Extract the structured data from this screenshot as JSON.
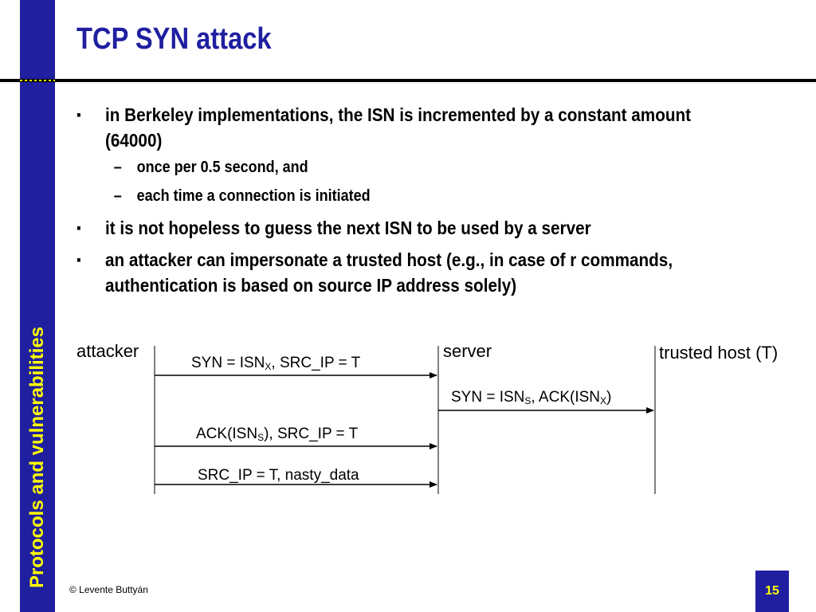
{
  "slide": {
    "title": "TCP SYN attack",
    "sidebar_label": "Protocols and vulnerabilities",
    "footer": "©   Levente Buttyán",
    "page_number": "15"
  },
  "bullets": [
    {
      "text_line1": "in Berkeley implementations, the ISN is incremented by a constant amount",
      "text_line2": "(64000)",
      "sub": [
        "once per 0.5 second, and",
        "each time a connection is initiated"
      ]
    },
    {
      "text_line1": "it is not hopeless to guess the next ISN to be used by a server"
    },
    {
      "text_line1": "an attacker can impersonate a trusted host  (e.g., in case of r commands,",
      "text_line2": "authentication is based on source IP address solely)"
    }
  ],
  "bullet_marker": "▪",
  "sub_marker": "–",
  "diagram": {
    "attacker": "attacker",
    "server": "server",
    "trusted": "trusted host (T)",
    "msg1": {
      "pre": "SYN = ISN",
      "sub": "X",
      "post": ", SRC_IP = T"
    },
    "msg2": {
      "pre": "SYN = ISN",
      "sub": "S",
      "mid": ", ACK(ISN",
      "sub2": "X",
      "post": ")"
    },
    "msg3": {
      "pre": "ACK(ISN",
      "sub": "S",
      "post": "), SRC_IP = T"
    },
    "msg4": {
      "text": "SRC_IP = T, nasty_data"
    }
  }
}
